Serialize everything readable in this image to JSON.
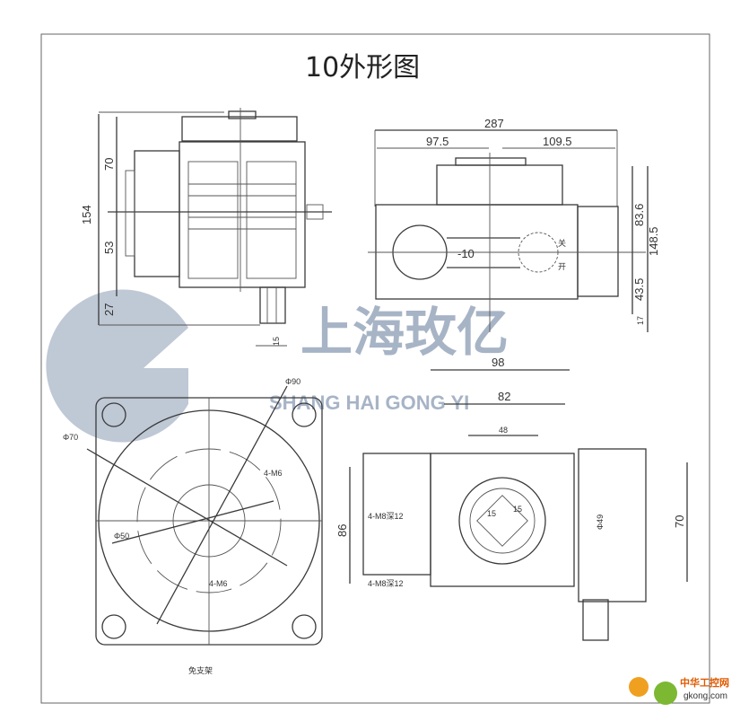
{
  "title": "10外形图",
  "watermark": {
    "cn": "上海玫亿",
    "en": "SHANG HAI GONG YI"
  },
  "side_view": {
    "dims": [
      "154",
      "70",
      "53",
      "27",
      "15"
    ]
  },
  "front_view": {
    "dims": [
      "287",
      "97.5",
      "109.5",
      "83.6",
      "148.5",
      "43.5",
      "17",
      "-10"
    ],
    "switch_close": "关",
    "switch_open": "开"
  },
  "flange_view": {
    "dims": [
      "Φ90",
      "Φ70",
      "Φ50",
      "4-M6",
      "4-M6"
    ],
    "caption": "免支架"
  },
  "end_view": {
    "dims": [
      "98",
      "82",
      "48",
      "86",
      "70",
      "Φ49",
      "15",
      "15",
      "4-M8深12",
      "4-M8深12"
    ]
  },
  "source_logo": {
    "cn": "中华工控网",
    "url_text": "gkong.com"
  }
}
